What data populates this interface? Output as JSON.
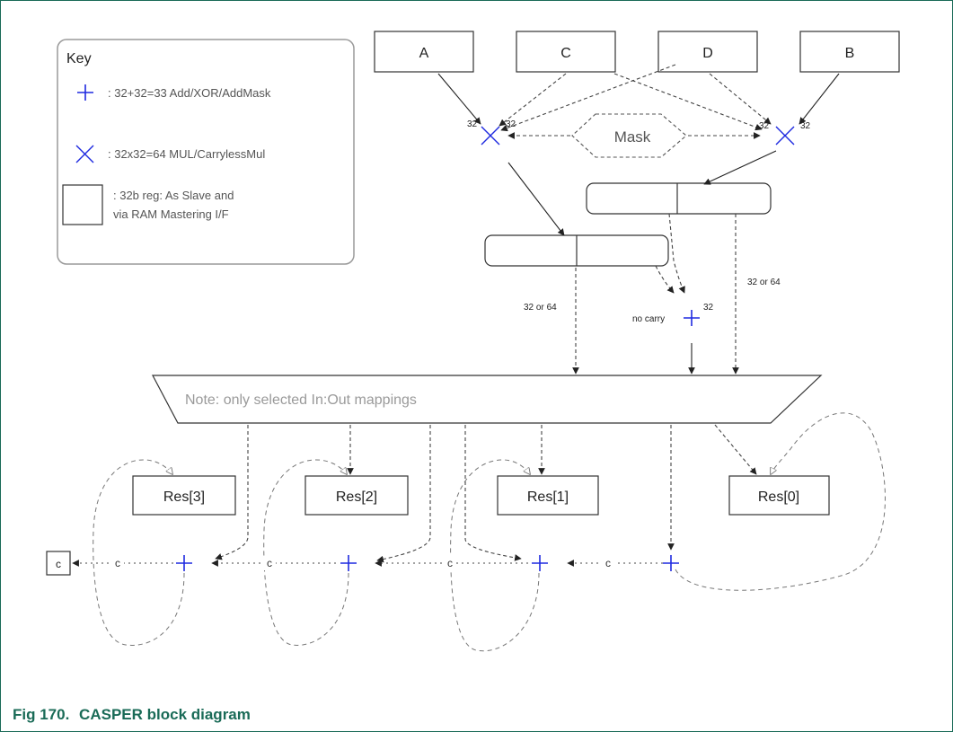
{
  "caption": {
    "number": "Fig 170.",
    "title": "CASPER block diagram"
  },
  "key": {
    "title": "Key",
    "add_text": ": 32+32=33 Add/XOR/AddMask",
    "mul_text": ": 32x32=64 MUL/CarrylessMul",
    "reg_text_line1": ": 32b reg: As Slave and",
    "reg_text_line2": "via RAM Mastering I/F"
  },
  "inputs": [
    "A",
    "C",
    "D",
    "B"
  ],
  "mask_label": "Mask",
  "width_labels": {
    "mul_left_in_a": "32",
    "mul_left_in_b": "32",
    "mul_right_in_a": "32",
    "mul_right_in_b": "32",
    "adder_in": "32",
    "left_path": "32 or 64",
    "right_path": "32 or 64"
  },
  "no_carry_label": "no carry",
  "mux_note": "Note: only selected In:Out mappings",
  "results": [
    "Res[3]",
    "Res[2]",
    "Res[1]",
    "Res[0]"
  ],
  "carry_label": "c",
  "carry_out_label": "c",
  "colors": {
    "operator_blue": "#1f2ae0",
    "line_gray": "#444444",
    "dashed_gray": "#777777",
    "caption_green": "#1a6b57"
  }
}
